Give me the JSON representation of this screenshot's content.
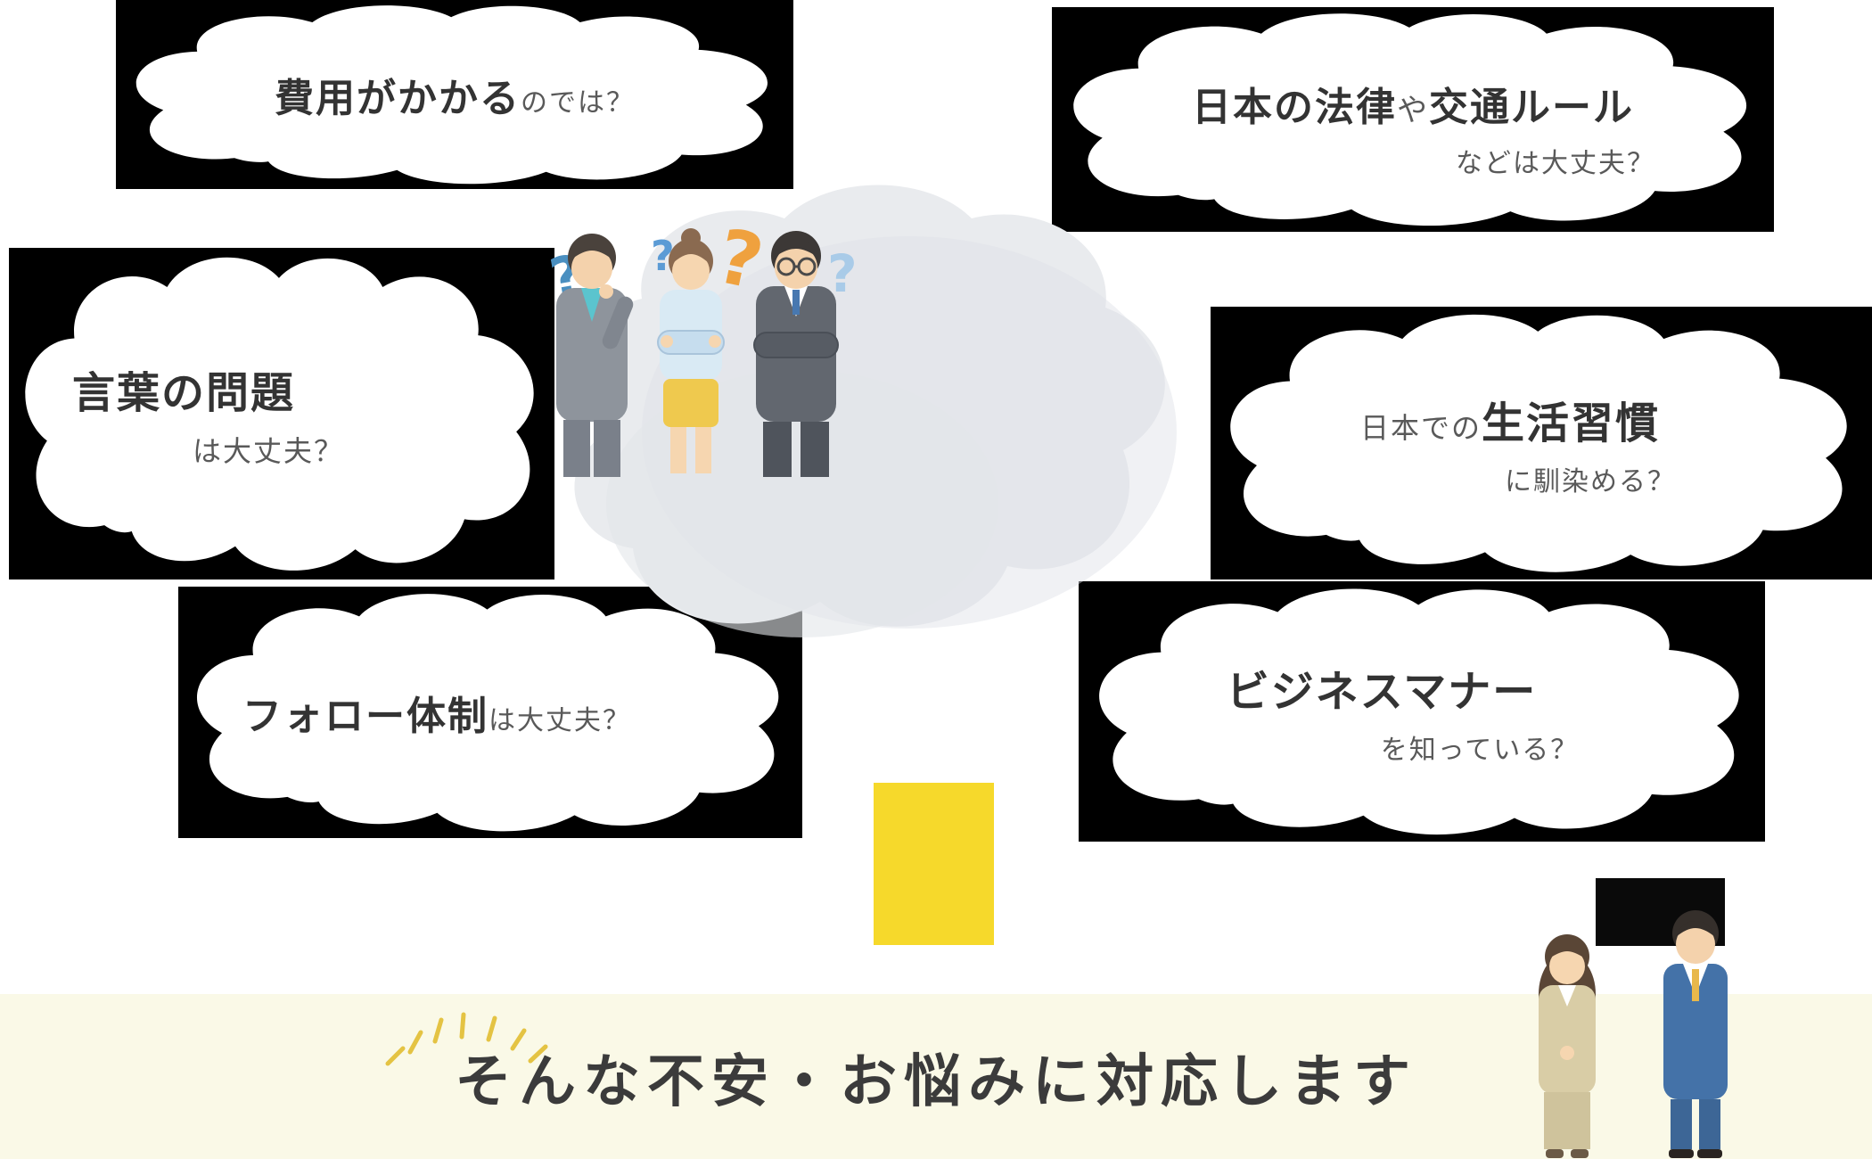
{
  "bubbles": {
    "cost": {
      "main": "費用がかかる",
      "sub": "のでは？"
    },
    "language": {
      "main": "言葉の問題",
      "sub": "は大丈夫？"
    },
    "follow": {
      "main": "フォロー体制",
      "sub": "は大丈夫？"
    },
    "law": {
      "main_a": "日本の法律",
      "particle": "や",
      "main_b": "交通ルール",
      "sub": "などは大丈夫？"
    },
    "lifestyle": {
      "pre": "日本での",
      "main": "生活習慣",
      "sub": "に馴染める？"
    },
    "manner": {
      "main": "ビジネスマナー",
      "sub": "を知っている？"
    }
  },
  "illustration": {
    "question_marks": [
      "?",
      "?",
      "?",
      "?"
    ]
  },
  "banner": {
    "message": "そんな不安・お悩みに対応します"
  },
  "colors": {
    "bubble_frame": "#000000",
    "bubble_fill": "#ffffff",
    "text_strong": "#333333",
    "text_sub": "#595959",
    "arrow_yellow": "#F6D92B",
    "banner_background": "#FAF9E7",
    "rays_gold": "#E4C343"
  }
}
